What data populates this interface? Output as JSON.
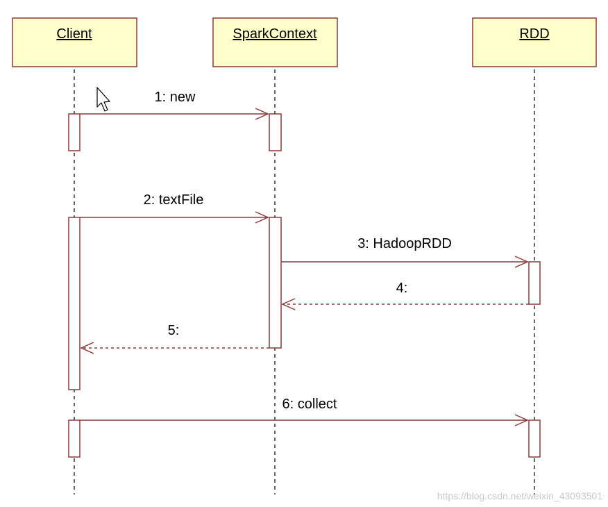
{
  "objects": {
    "client": "Client",
    "sparkcontext": "SparkContext",
    "rdd": "RDD"
  },
  "messages": {
    "m1": "1: new",
    "m2": "2: textFile",
    "m3": "3: HadoopRDD",
    "m4": "4:",
    "m5": "5:",
    "m6": "6: collect"
  },
  "watermark": "https://blog.csdn.net/weixin_43093501",
  "colors": {
    "border": "#8b3a3a",
    "object_fill": "#ffffcc"
  },
  "icons": {
    "cursor": "mouse-pointer-icon"
  }
}
